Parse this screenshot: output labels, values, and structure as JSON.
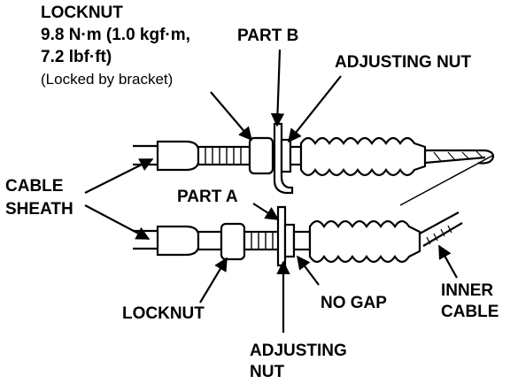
{
  "labels": {
    "top_locknut_title": "LOCKNUT",
    "top_locknut_torque1": "9.8 N·m (1.0 kgf·m,",
    "top_locknut_torque2": "7.2 lbf·ft)",
    "top_locknut_note": "(Locked by bracket)",
    "part_b": "PART B",
    "adjusting_nut_top": "ADJUSTING NUT",
    "cable_sheath_1": "CABLE",
    "cable_sheath_2": "SHEATH",
    "part_a": "PART A",
    "locknut_bottom": "LOCKNUT",
    "no_gap": "NO GAP",
    "inner_cable_1": "INNER",
    "inner_cable_2": "CABLE",
    "adjusting_nut_bottom_1": "ADJUSTING",
    "adjusting_nut_bottom_2": "NUT"
  }
}
